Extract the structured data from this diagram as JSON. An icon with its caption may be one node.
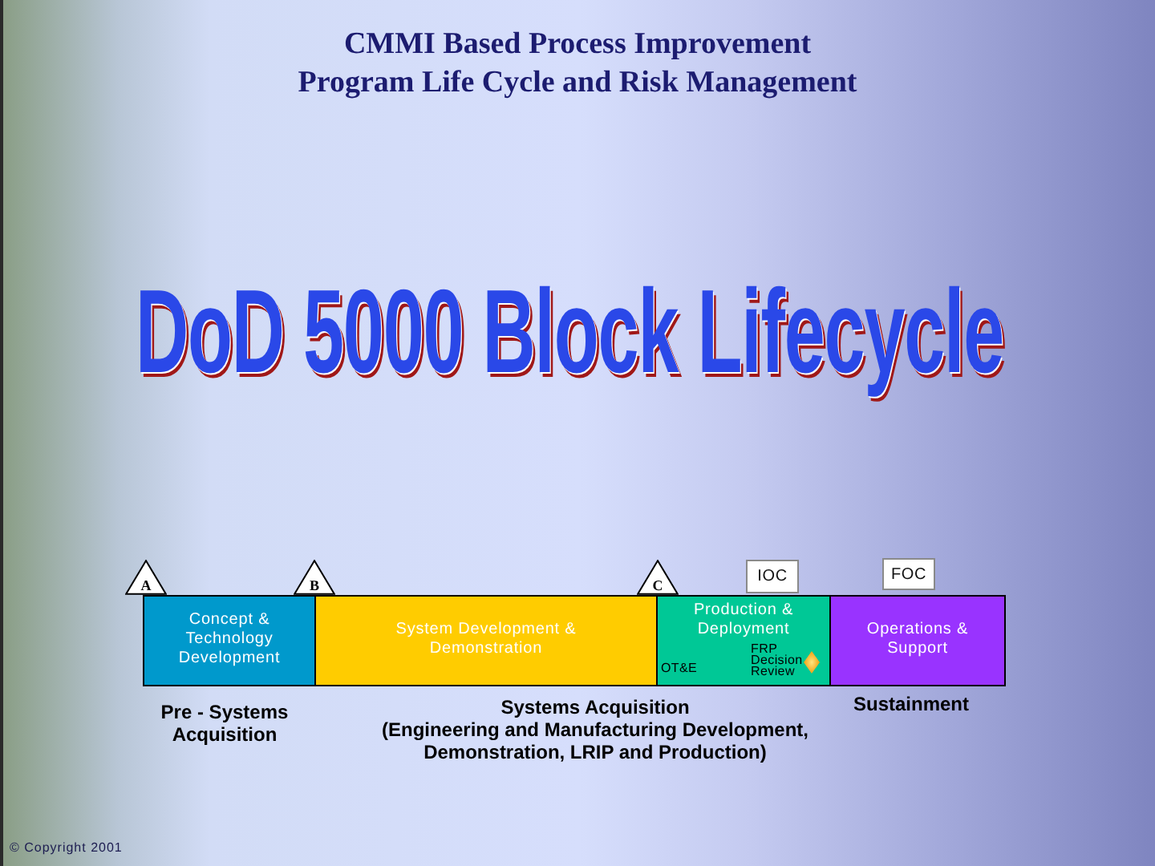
{
  "diagram": {
    "title": "CMMI Based Process Improvement Program Life Cycle and Risk Management",
    "nodes": [
      {
        "text": [
          "A"
        ]
      },
      {
        "text": [
          "B"
        ]
      },
      {
        "text": [
          "C"
        ]
      },
      {
        "text": [
          "IOC"
        ]
      },
      {
        "text": [
          "FOC"
        ]
      },
      {
        "text": [
          "Concept & Technology Development"
        ]
      },
      {
        "text": [
          "System Development & Demonstration"
        ]
      },
      {
        "text": [
          "Production & Deployment",
          "OT&E",
          "FRP Decision Review"
        ]
      },
      {
        "text": [
          "Operations & Support"
        ]
      }
    ],
    "labels": [
      "DoD 5000 Block Lifecycle",
      "Pre - Systems Acquisition",
      "Systems Acquisition",
      "(Engineering and Manufacturing Development, Demonstration, LRIP and Production)",
      "Sustainment",
      "© Copyright 2001"
    ]
  }
}
